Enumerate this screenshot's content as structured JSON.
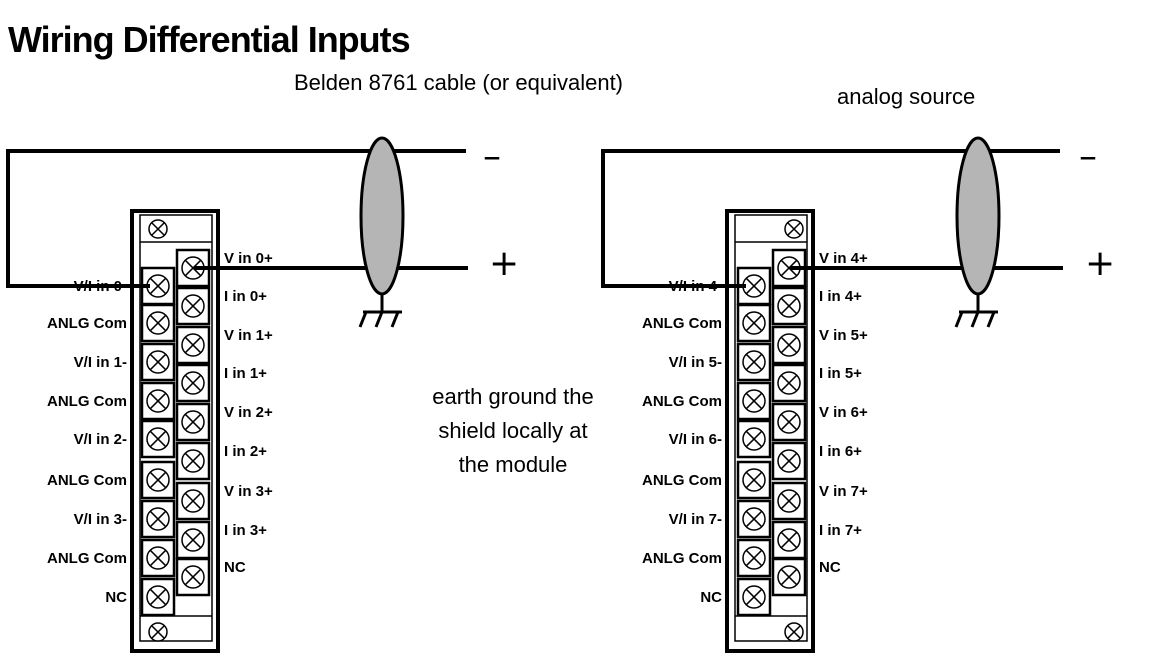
{
  "title": "Wiring Differential Inputs",
  "cable_label": "Belden 8761 cable (or equivalent)",
  "source_label": "analog source",
  "ground_note": [
    "earth ground the",
    "shield locally at",
    "the module"
  ],
  "polarity": {
    "minus": "–",
    "plus": "+"
  },
  "modules": [
    {
      "left_terminals": [
        "V/I in 0-",
        "ANLG Com",
        "V/I in 1-",
        "ANLG Com",
        "V/I in 2-",
        "ANLG Com",
        "V/I in 3-",
        "ANLG Com",
        "NC"
      ],
      "right_terminals": [
        "V in 0+",
        "I in 0+",
        "V in 1+",
        "I in 1+",
        "V in 2+",
        "I in 2+",
        "V in 3+",
        "I in 3+",
        "NC"
      ]
    },
    {
      "left_terminals": [
        "V/I in 4-",
        "ANLG Com",
        "V/I in 5-",
        "ANLG Com",
        "V/I in 6-",
        "ANLG Com",
        "V/I in 7-",
        "ANLG Com",
        "NC"
      ],
      "right_terminals": [
        "V in 4+",
        "I in 4+",
        "V in 5+",
        "I in 5+",
        "V in 6+",
        "I in 6+",
        "V in 7+",
        "I in 7+",
        "NC"
      ]
    }
  ]
}
